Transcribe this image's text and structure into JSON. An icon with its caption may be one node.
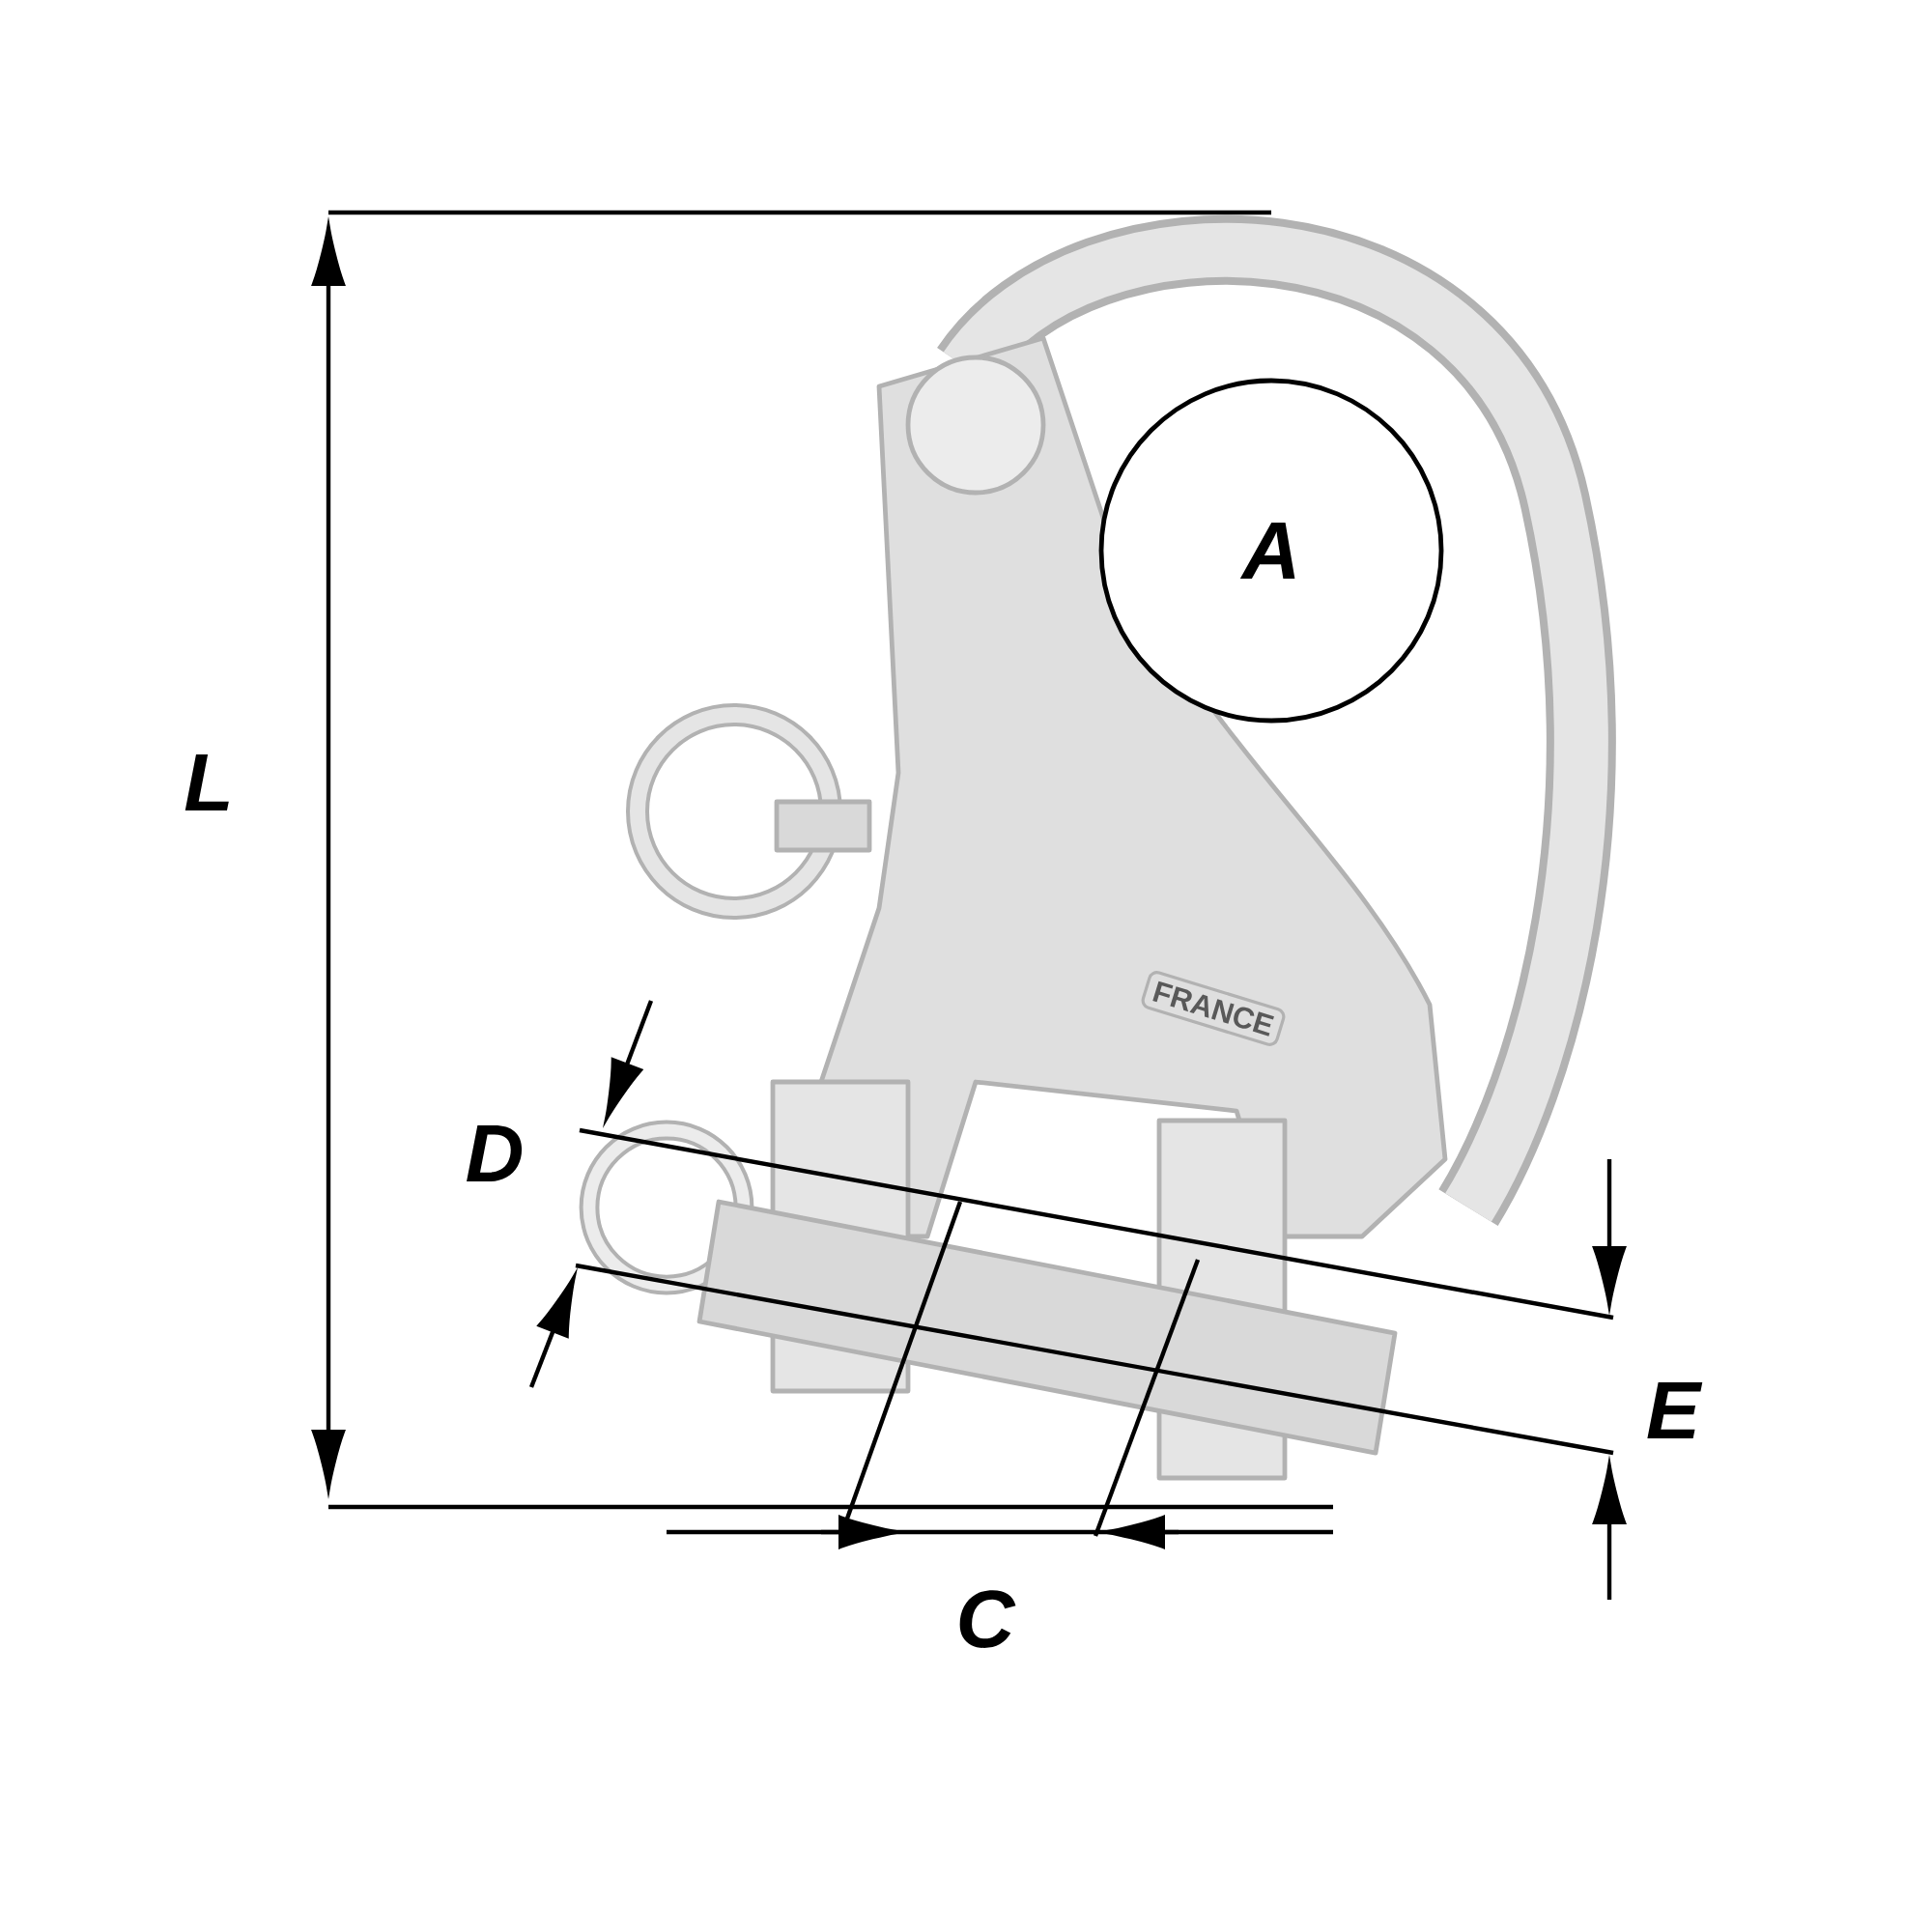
{
  "diagram": {
    "nodes": [
      {
        "text": [
          "A"
        ]
      }
    ],
    "labels": [
      "L",
      "FRANCE",
      "D",
      "E",
      "C"
    ]
  }
}
